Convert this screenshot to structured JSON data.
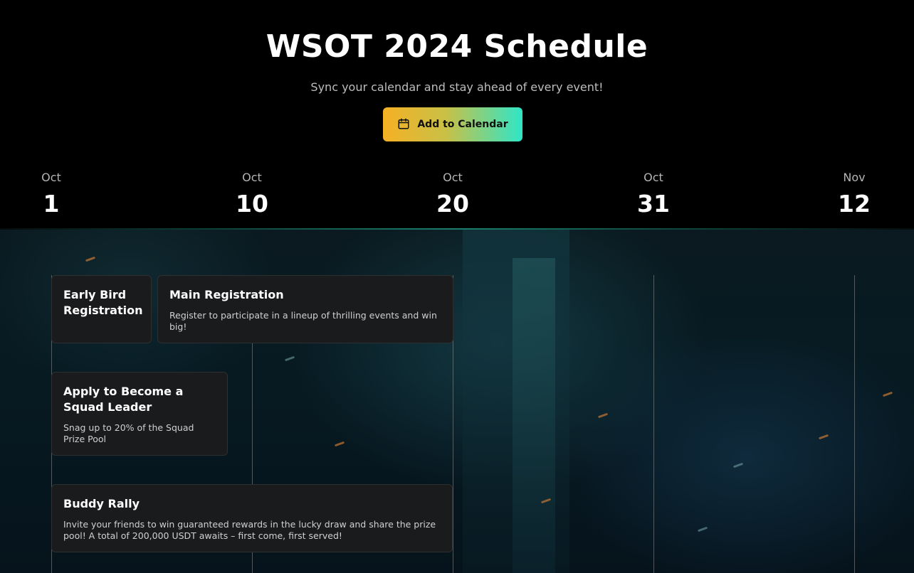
{
  "header": {
    "title": "WSOT 2024 Schedule",
    "subtitle": "Sync your calendar and stay ahead of every event!",
    "cta_label": "Add to Calendar",
    "cta_icon": "calendar-icon"
  },
  "timeline": {
    "dates": [
      {
        "month": "Oct",
        "day": "1"
      },
      {
        "month": "Oct",
        "day": "10"
      },
      {
        "month": "Oct",
        "day": "20"
      },
      {
        "month": "Oct",
        "day": "31"
      },
      {
        "month": "Nov",
        "day": "12"
      }
    ]
  },
  "events": [
    {
      "title": "Early Bird Registration",
      "description": ""
    },
    {
      "title": "Main Registration",
      "description": "Register to participate in a lineup of thrilling events and win big!"
    },
    {
      "title": "Apply to Become a Squad Leader",
      "description": "Snag up to 20% of the Squad Prize Pool"
    },
    {
      "title": "Buddy Rally",
      "description": "Invite your friends to win guaranteed rewards in the lucky draw and share the prize pool! A total of 200,000 USDT awaits – first come, first served!"
    }
  ],
  "colors": {
    "background": "#000000",
    "card_bg": "#1a1b1d",
    "accent_start": "#f5b124",
    "accent_end": "#2fe6c8"
  }
}
